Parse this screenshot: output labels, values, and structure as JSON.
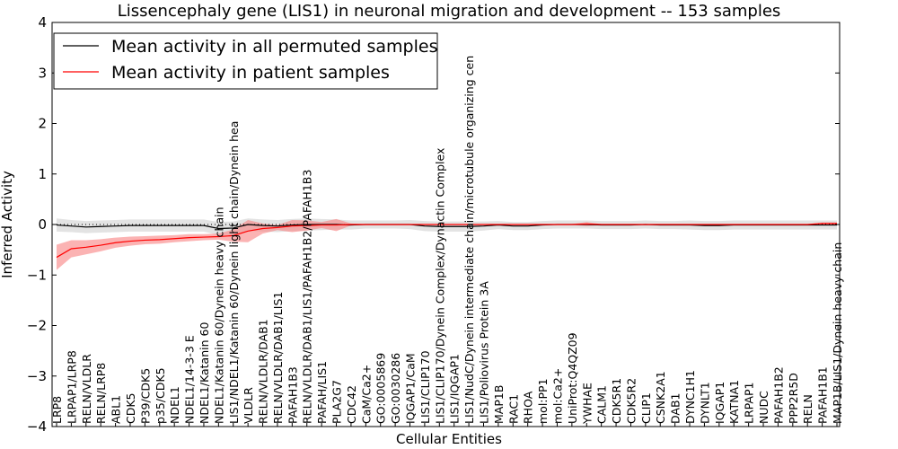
{
  "chart_data": {
    "type": "line",
    "title": "Lissencephaly gene (LIS1) in neuronal migration and development -- 153 samples",
    "xlabel": "Cellular Entities",
    "ylabel": "Inferred Activity",
    "ylim": [
      -4,
      4
    ],
    "yticks": [
      4,
      3,
      2,
      1,
      0,
      -1,
      -2,
      -3,
      -4
    ],
    "ytick_labels": [
      "4",
      "3",
      "2",
      "1",
      "0",
      "−1",
      "−2",
      "−3",
      "−4"
    ],
    "grid": false,
    "legend_placement": "top-left",
    "categories": [
      "LRP8",
      "LRPAP1/LRP8",
      "RELN/VLDLR",
      "RELN/LRP8",
      "ABL1",
      "CDK5",
      "P39/CDK5",
      "p35/CDK5",
      "NDEL1",
      "NDEL1/14-3-3 E",
      "NDEL1/Katanin 60",
      "NDEL1/Katanin 60/Dynein heavy chain",
      "LIS1/NDEL1/Katanin 60/Dynein light chain/Dynein hea",
      "VLDLR",
      "RELN/VLDLR/DAB1",
      "RELN/VLDLR/DAB1/LIS1",
      "PAFAH1B3",
      "RELN/VLDLR/DAB1/LIS1/PAFAH1B2/PAFAH1B3",
      "PAFAH/LIS1",
      "PLA2G7",
      "CDC42",
      "CaM/Ca2+",
      "GO:0005869",
      "GO:0030286",
      "IQGAP1/CaM",
      "LIS1/CLIP170",
      "LIS1/CLIP170/Dynein Complex/Dynactin Complex",
      "LIS1/IQGAP1",
      "LIS1/NudC/Dynein intermediate chain/microtubule organizing cen",
      "LIS1/Poliovirus Protein 3A",
      "MAP1B",
      "RAC1",
      "RHOA",
      "mol:PP1",
      "mol:Ca2+",
      "UniProt:Q4QZ09",
      "YWHAE",
      "CALM1",
      "CDK5R1",
      "CDK5R2",
      "CLIP1",
      "CSNK2A1",
      "DAB1",
      "DYNC1H1",
      "DYNLT1",
      "IQGAP1",
      "KATNA1",
      "LRPAP1",
      "NUDC",
      "PAFAH1B2",
      "PPP2R5D",
      "RELN",
      "PAFAH1B1",
      "MAP1B/LIS1/Dynein heavy chain"
    ],
    "series": [
      {
        "name": "Mean activity in all permuted samples",
        "color": "#000000",
        "values": [
          -0.01,
          -0.03,
          -0.05,
          -0.04,
          -0.03,
          -0.02,
          -0.02,
          -0.02,
          -0.02,
          -0.02,
          -0.02,
          -0.08,
          -0.07,
          0.0,
          -0.02,
          -0.03,
          -0.01,
          0.0,
          0.0,
          0.0,
          -0.01,
          0.0,
          0.0,
          0.0,
          0.0,
          -0.03,
          -0.04,
          -0.04,
          -0.04,
          -0.03,
          -0.01,
          -0.03,
          -0.03,
          -0.01,
          0.0,
          0.0,
          0.0,
          -0.01,
          -0.01,
          -0.01,
          0.0,
          -0.01,
          -0.01,
          -0.01,
          -0.02,
          -0.02,
          -0.01,
          -0.01,
          -0.01,
          -0.01,
          -0.01,
          -0.01,
          -0.01,
          -0.01
        ],
        "band_halfwidth": [
          0.13,
          0.12,
          0.12,
          0.12,
          0.12,
          0.12,
          0.12,
          0.12,
          0.12,
          0.12,
          0.12,
          0.13,
          0.13,
          0.12,
          0.12,
          0.12,
          0.12,
          0.12,
          0.11,
          0.1,
          0.09,
          0.08,
          0.08,
          0.08,
          0.09,
          0.1,
          0.1,
          0.1,
          0.1,
          0.09,
          0.08,
          0.08,
          0.08,
          0.08,
          0.08,
          0.08,
          0.08,
          0.08,
          0.08,
          0.08,
          0.08,
          0.08,
          0.08,
          0.09,
          0.09,
          0.09,
          0.09,
          0.09,
          0.09,
          0.09,
          0.09,
          0.09,
          0.09,
          0.09
        ],
        "band_color": "#cccccc"
      },
      {
        "name": "Mean activity in patient samples",
        "color": "#ff0000",
        "values": [
          -0.65,
          -0.48,
          -0.45,
          -0.41,
          -0.36,
          -0.33,
          -0.31,
          -0.3,
          -0.28,
          -0.26,
          -0.25,
          -0.24,
          -0.22,
          -0.13,
          -0.08,
          -0.06,
          -0.03,
          -0.02,
          -0.01,
          -0.01,
          0.0,
          0.0,
          0.0,
          0.0,
          0.0,
          0.0,
          0.0,
          0.0,
          0.0,
          0.0,
          0.0,
          0.0,
          0.0,
          0.0,
          0.0,
          0.0,
          0.01,
          0.0,
          0.0,
          0.0,
          0.0,
          0.0,
          0.0,
          0.0,
          0.0,
          0.0,
          0.0,
          0.0,
          0.0,
          0.0,
          0.0,
          0.0,
          0.02,
          0.02
        ],
        "band_halfwidth": [
          0.25,
          0.17,
          0.14,
          0.12,
          0.1,
          0.09,
          0.08,
          0.08,
          0.07,
          0.07,
          0.06,
          0.06,
          0.12,
          0.22,
          0.1,
          0.05,
          0.12,
          0.1,
          0.06,
          0.12,
          0.02,
          0.01,
          0.01,
          0.01,
          0.01,
          0.01,
          0.01,
          0.01,
          0.01,
          0.01,
          0.01,
          0.01,
          0.01,
          0.01,
          0.01,
          0.01,
          0.04,
          0.01,
          0.01,
          0.01,
          0.01,
          0.01,
          0.01,
          0.01,
          0.01,
          0.01,
          0.01,
          0.01,
          0.01,
          0.01,
          0.01,
          0.01,
          0.02,
          0.02
        ],
        "band_color": "#f88080"
      }
    ],
    "baseline": {
      "value": 0,
      "style": "dotted"
    }
  }
}
